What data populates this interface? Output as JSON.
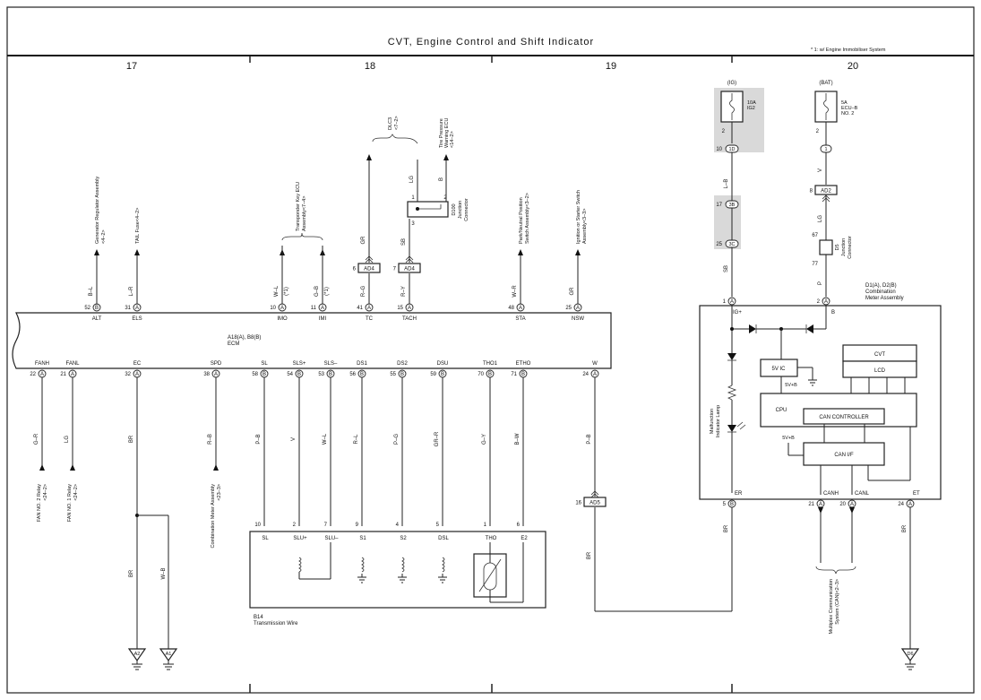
{
  "title": "CVT,  Engine Control and Shift Indicator",
  "note": "* 1: w/ Engine Immobiliser System",
  "columns": [
    "17",
    "18",
    "19",
    "20"
  ],
  "ecm": {
    "name": "A18(A), B8(B)",
    "sub": "ECM"
  },
  "ecm_top_pins": [
    {
      "num": "52",
      "pin": "B",
      "label": "ALT",
      "wire": "B–L",
      "dest": [
        "Generator Regulator Assembly",
        "<4–2>"
      ]
    },
    {
      "num": "31",
      "pin": "A",
      "label": "ELS",
      "wire": "L–R",
      "dest": [
        "TAIL Fuse<4–2>"
      ]
    },
    {
      "num": "10",
      "pin": "A",
      "label": "IMO",
      "wire": "W–L",
      "mark": "(*1)"
    },
    {
      "num": "11",
      "pin": "A",
      "label": "IMI",
      "wire": "G–B",
      "mark": "(*1)"
    },
    {
      "num": "41",
      "pin": "A",
      "label": "TC",
      "wire": "R–G",
      "wire_up": "GR",
      "jc": "AD4",
      "jcnum": "6"
    },
    {
      "num": "15",
      "pin": "A",
      "label": "TACH",
      "wire": "R–Y",
      "wire_up": "SB",
      "jc": "AD4",
      "jcnum": "7"
    },
    {
      "num": "48",
      "pin": "A",
      "label": "STA",
      "wire": "W–R",
      "dest": [
        "Park/Neutral Position",
        "Switch Assembly<3–2>"
      ]
    },
    {
      "num": "25",
      "pin": "A",
      "label": "NSW",
      "wire": "GR",
      "dest": [
        "Ignition or Starter Switch",
        "Assembly<3–3>"
      ]
    }
  ],
  "transponder": [
    "Transponder Key ECU",
    "Assembly<7–4>"
  ],
  "dlc3": [
    "DLC3",
    "<7–2>"
  ],
  "tpms": [
    "Tire Pressure",
    "Warning ECU",
    "<14–2>"
  ],
  "d100": {
    "name": [
      "D100",
      "Junction",
      "Connector"
    ],
    "pins": [
      "1",
      "2",
      "3"
    ],
    "wire_lg": "LG",
    "wire_b": "B"
  },
  "ecm_bottom_pins": [
    {
      "num": "22",
      "pin": "A",
      "label": "FANH",
      "wire": "G–R",
      "dest": [
        "FAN NO. 2 Relay",
        "<24–2>"
      ]
    },
    {
      "num": "21",
      "pin": "A",
      "label": "FANL",
      "wire": "LG",
      "dest": [
        "FAN NO. 1 Relay",
        "<24–2>"
      ]
    },
    {
      "num": "32",
      "pin": "A",
      "label": "EC",
      "wire": "BR"
    },
    {
      "num": "38",
      "pin": "A",
      "label": "SPD",
      "wire": "R–B",
      "dest": [
        "Combination Meter Assembly",
        "<23–3>"
      ]
    },
    {
      "num": "58",
      "pin": "B",
      "label": "SL",
      "wire": "P–B",
      "tnum": "10",
      "tlabel": "SL"
    },
    {
      "num": "54",
      "pin": "B",
      "label": "SLS+",
      "wire": "V",
      "tnum": "2",
      "tlabel": "SLU+"
    },
    {
      "num": "53",
      "pin": "B",
      "label": "SLS–",
      "wire": "W–L",
      "tnum": "7",
      "tlabel": "SLU–"
    },
    {
      "num": "56",
      "pin": "B",
      "label": "DS1",
      "wire": "R–L",
      "tnum": "9",
      "tlabel": "S1"
    },
    {
      "num": "55",
      "pin": "B",
      "label": "DS2",
      "wire": "P–G",
      "tnum": "4",
      "tlabel": "S2"
    },
    {
      "num": "59",
      "pin": "B",
      "label": "DSU",
      "wire": "GR–R",
      "tnum": "5",
      "tlabel": "DSL"
    },
    {
      "num": "70",
      "pin": "B",
      "label": "THO1",
      "wire": "G–Y",
      "tnum": "1",
      "tlabel": "THO"
    },
    {
      "num": "71",
      "pin": "B",
      "label": "ETHO",
      "wire": "B–W",
      "tnum": "6",
      "tlabel": "E2"
    },
    {
      "num": "24",
      "pin": "A",
      "label": "W",
      "wire": "P–B"
    }
  ],
  "ec_branch_wire": "W–B",
  "grounds": [
    "A2",
    "A1",
    "D6"
  ],
  "ad5": {
    "num": "16",
    "label": "AD5"
  },
  "w_return_wire": "BR",
  "transmission": {
    "name": "B14",
    "sub": "Transmission Wire"
  },
  "ig_fuse": {
    "source": "(IG)",
    "rating": "10A",
    "name": "IG2",
    "pin": "2",
    "conn_num": "10",
    "conn": "1D"
  },
  "bat_fuse": {
    "source": "(BAT)",
    "rating": "5A",
    "name": [
      "ECU–B",
      "NO. 2"
    ],
    "pin": "2",
    "conn": "1"
  },
  "ig_wire": "L–B",
  "j3b": {
    "num": "17",
    "label": "3B"
  },
  "j3c": {
    "num": "25",
    "label": "3C"
  },
  "ig_wire_low": "SB",
  "bat_wire": "V",
  "ad2": {
    "num": "8",
    "label": "AD2"
  },
  "bat_wire2": "LG",
  "d5": {
    "name": [
      "D5",
      "Junction",
      "Connector"
    ],
    "top": "67",
    "bottom": "77"
  },
  "bat_wire3": "P",
  "meter": {
    "name": [
      "D1(A), D2(B)",
      "Combination",
      "Meter Assembly"
    ],
    "ig_pin": {
      "num": "1",
      "pin": "A",
      "label": "IG+"
    },
    "b_pin": {
      "num": "2",
      "pin": "A",
      "label": "B"
    },
    "er_pin": {
      "num": "5",
      "pin": "B",
      "label": "ER"
    },
    "canh_pin": {
      "num": "21",
      "pin": "A",
      "label": "CANH"
    },
    "canl_pin": {
      "num": "20",
      "pin": "A",
      "label": "CANL"
    },
    "et_pin": {
      "num": "24",
      "pin": "A",
      "label": "ET"
    },
    "blocks": {
      "cvt": "CVT",
      "lcd": "LCD",
      "vic": "5V IC",
      "vb": "5V+B",
      "cpu": "CPU",
      "canc": "CAN CONTROLLER",
      "canif": "CAN I/F",
      "vb2": "5V+B"
    },
    "mil": [
      "Malfunction",
      "Indicator Lamp"
    ]
  },
  "er_wire": "BR",
  "et_wire": "BR",
  "can_dest": [
    "Multiplex Communication",
    "System (CAN)<2–3>"
  ]
}
